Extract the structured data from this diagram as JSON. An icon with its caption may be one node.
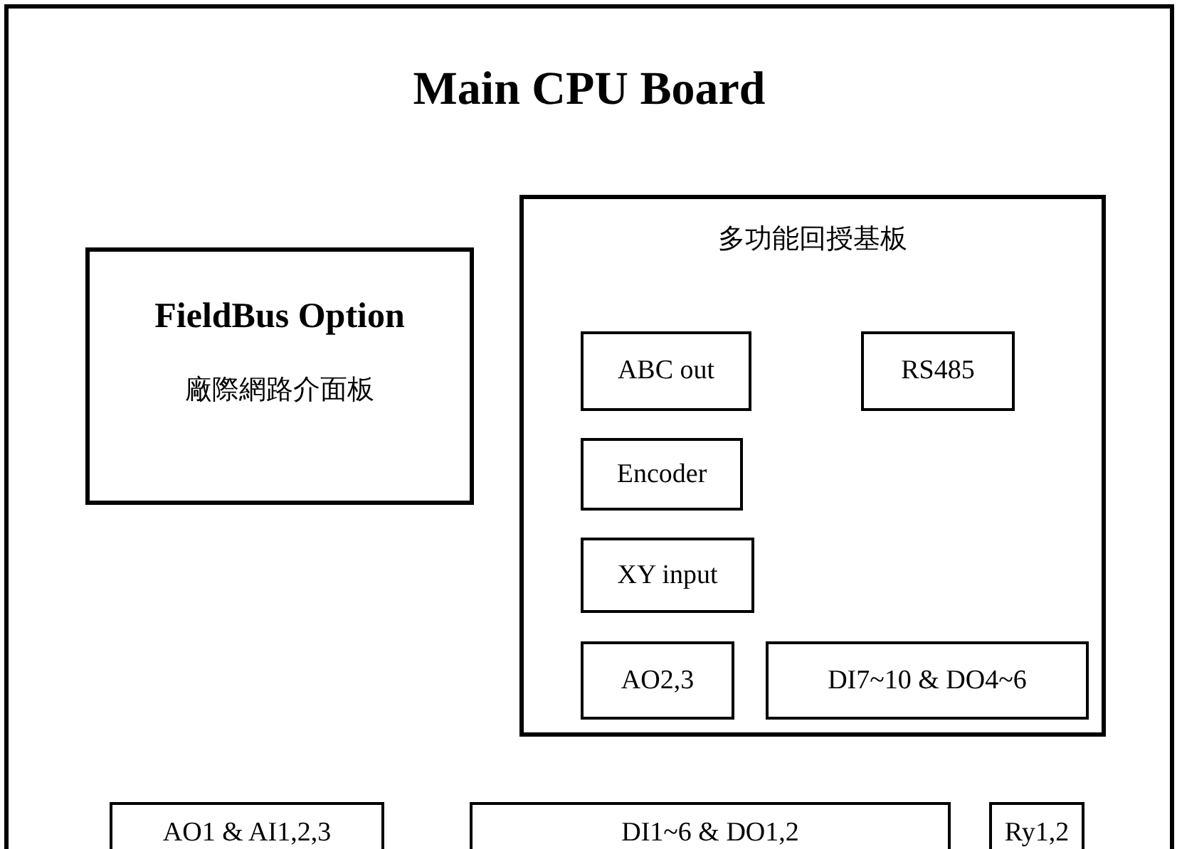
{
  "diagram": {
    "nodes": [
      {
        "text": [
          "Main CPU Board"
        ]
      },
      {
        "text": [
          "FieldBus Option",
          "廠際網路介面板"
        ],
        "in": 0
      },
      {
        "text": [
          "多功能回授基板"
        ],
        "in": 0
      },
      {
        "text": [
          "ABC out"
        ],
        "in": 2
      },
      {
        "text": [
          "RS485"
        ],
        "in": 2
      },
      {
        "text": [
          "Encoder"
        ],
        "in": 2
      },
      {
        "text": [
          "XY input"
        ],
        "in": 2
      },
      {
        "text": [
          "AO2,3"
        ],
        "in": 2
      },
      {
        "text": [
          "DI7~10 & DO4~6"
        ],
        "in": 2
      },
      {
        "text": [
          "AO1 & AI1,2,3"
        ],
        "in": 0
      },
      {
        "text": [
          "DI1~6 & DO1,2"
        ],
        "in": 0
      },
      {
        "text": [
          "Ry1,2"
        ],
        "in": 0
      }
    ]
  }
}
